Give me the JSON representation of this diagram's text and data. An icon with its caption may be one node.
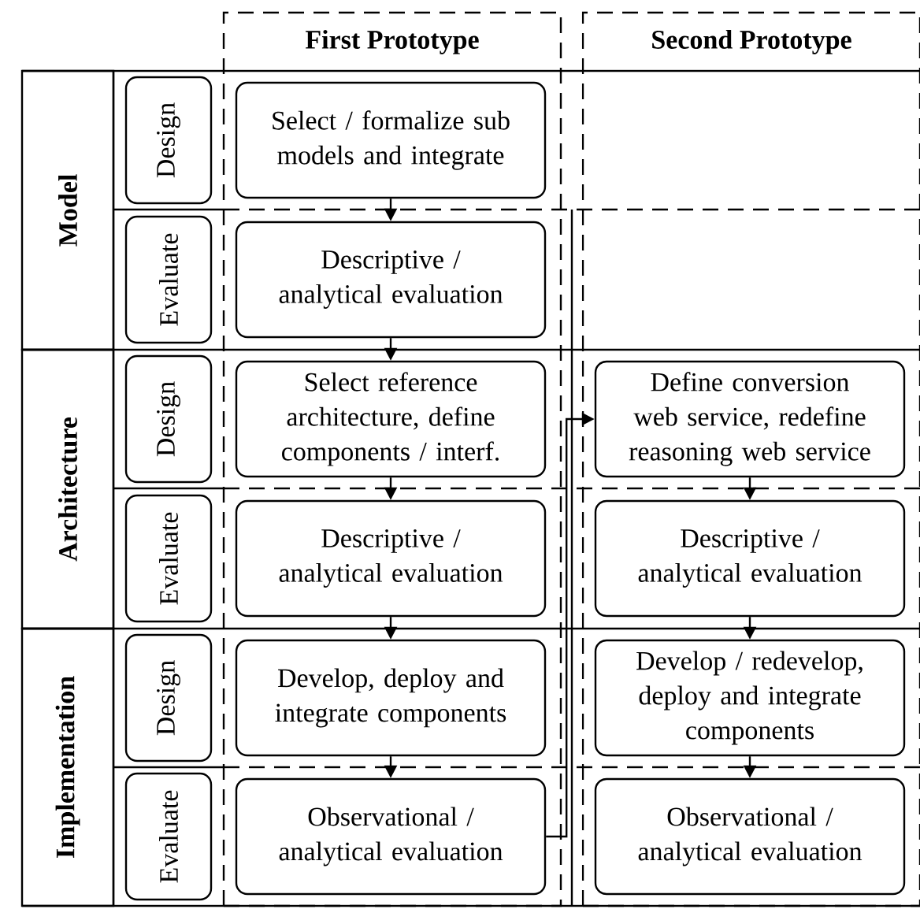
{
  "diagram": {
    "nodes": [
      {
        "text": [
          "First Prototype"
        ]
      },
      {
        "text": [
          "Second Prototype"
        ]
      },
      {
        "text": [
          "Model"
        ]
      },
      {
        "text": [
          "Architecture"
        ]
      },
      {
        "text": [
          "Implementation"
        ]
      },
      {
        "text": [
          "Design"
        ]
      },
      {
        "text": [
          "Evaluate"
        ]
      },
      {
        "text": [
          "Design"
        ]
      },
      {
        "text": [
          "Evaluate"
        ]
      },
      {
        "text": [
          "Design"
        ]
      },
      {
        "text": [
          "Evaluate"
        ]
      },
      {
        "text": [
          "Select / formalize sub models and integrate"
        ],
        "in": 0
      },
      {
        "text": [
          "Descriptive / analytical evaluation"
        ],
        "in": 0
      },
      {
        "text": [
          "Select reference architecture, define components / interf."
        ],
        "in": 0
      },
      {
        "text": [
          "Descriptive / analytical evaluation"
        ],
        "in": 0
      },
      {
        "text": [
          "Develop, deploy and integrate components"
        ],
        "in": 0
      },
      {
        "text": [
          "Observational / analytical evaluation"
        ],
        "in": 0
      },
      {
        "text": [
          "Define conversion web service, redefine reasoning web service"
        ],
        "in": 1
      },
      {
        "text": [
          "Descriptive / analytical evaluation"
        ],
        "in": 1
      },
      {
        "text": [
          "Develop / redevelop, deploy and integrate components"
        ],
        "in": 1
      },
      {
        "text": [
          "Observational / analytical evaluation"
        ],
        "in": 1
      }
    ],
    "edges": [
      {
        "from": 11,
        "to": 12,
        "arrow": "to"
      },
      {
        "from": 12,
        "to": 13,
        "arrow": "to"
      },
      {
        "from": 13,
        "to": 14,
        "arrow": "to"
      },
      {
        "from": 14,
        "to": 15,
        "arrow": "to"
      },
      {
        "from": 15,
        "to": 16,
        "arrow": "to"
      },
      {
        "from": 16,
        "to": 17,
        "arrow": "to"
      },
      {
        "from": 17,
        "to": 18,
        "arrow": "to"
      },
      {
        "from": 18,
        "to": 19,
        "arrow": "to"
      },
      {
        "from": 19,
        "to": 20,
        "arrow": "to"
      }
    ]
  }
}
